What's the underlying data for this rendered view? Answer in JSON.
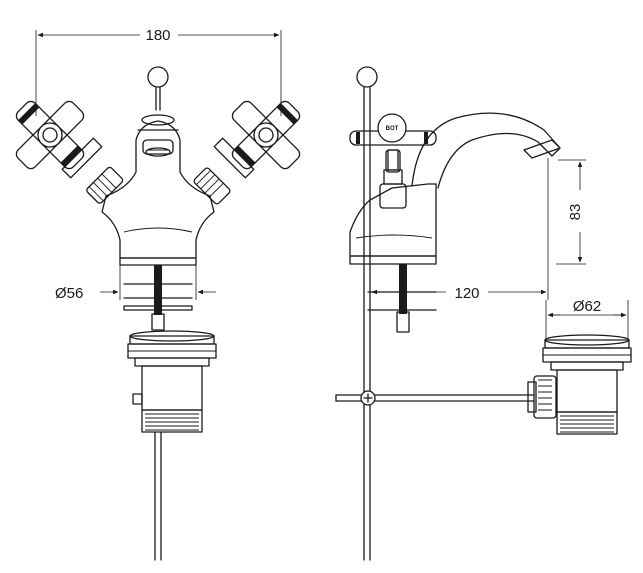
{
  "dimensions": {
    "overall_width": "180",
    "base_diameter": "Ø56",
    "spout_reach": "120",
    "spout_height": "83",
    "waste_diameter": "Ø62"
  },
  "hub_mark": "BOT"
}
